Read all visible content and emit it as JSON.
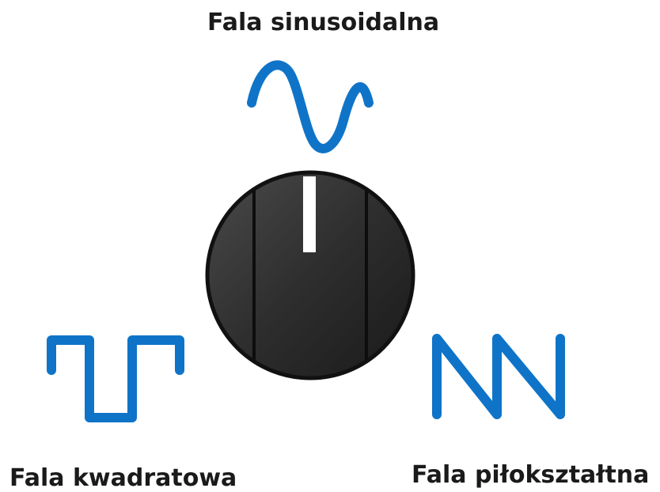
{
  "labels": {
    "sine": "Fala sinusoidalna",
    "square": "Fala kwadratowa",
    "sawtooth": "Fala piłokształtna"
  },
  "knob": {
    "selected": "Fala sinusoidalna",
    "body_color": "#2b2b2b",
    "indicator_color": "#ffffff"
  },
  "icons": {
    "sine": "sine-wave-icon",
    "square": "square-wave-icon",
    "sawtooth": "sawtooth-wave-icon"
  },
  "colors": {
    "wave": "#0f74c8",
    "text": "#1a1a1a",
    "background": "#ffffff"
  }
}
